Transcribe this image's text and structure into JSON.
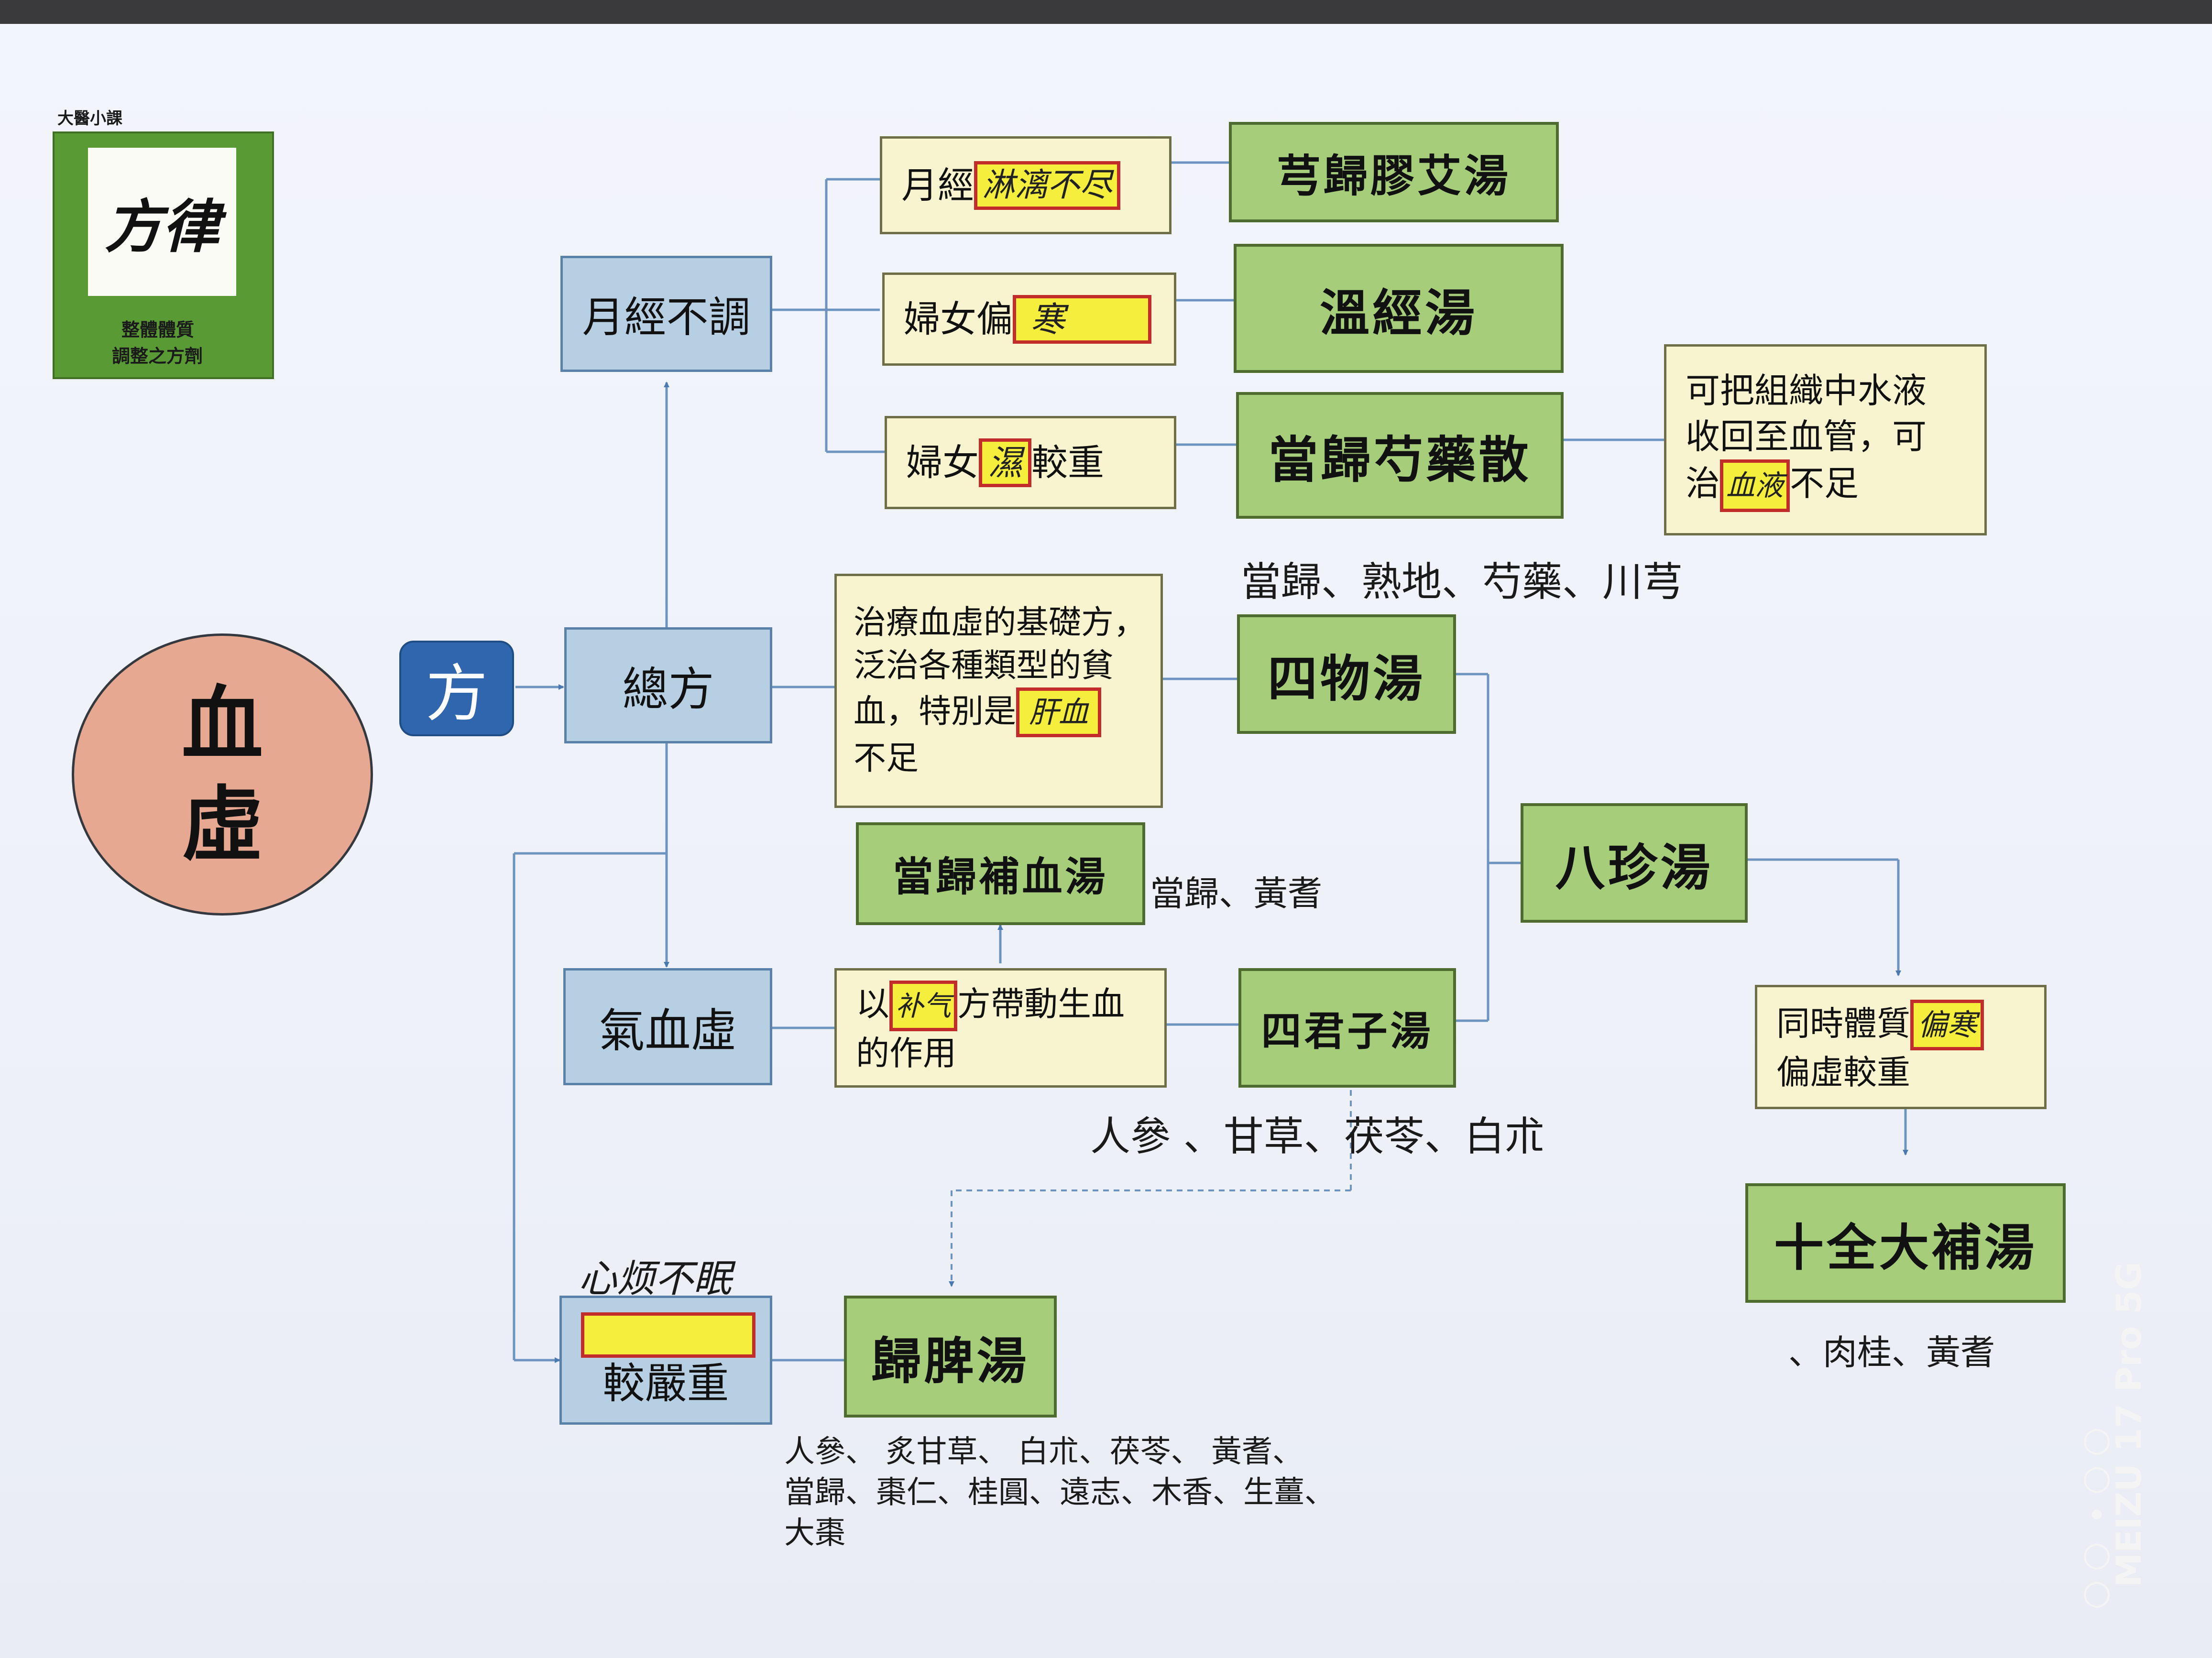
{
  "logo": {
    "top": "大醫小課",
    "brush": "方律",
    "caption1": "整體體質",
    "caption2": "調整之方劑"
  },
  "main_circle": {
    "line1": "血",
    "line2": "虛"
  },
  "fang_badge": "方",
  "nodes": {
    "zongfang": "總方",
    "yuejing": "月經不調",
    "qixuexu": "氣血虛",
    "jiaoyanzhong": "較嚴重"
  },
  "menstrual": [
    {
      "prefix": "月經",
      "handwriting": "淋漓不尽",
      "suffix": "",
      "formula": "芎歸膠艾湯"
    },
    {
      "prefix": "婦女偏",
      "handwriting": "寒",
      "suffix": "",
      "formula": "溫經湯"
    },
    {
      "prefix": "婦女",
      "handwriting": "濕",
      "suffix": "較重",
      "formula": "當歸芍藥散"
    }
  ],
  "danggui_note": {
    "line1": "可把組織中水液",
    "line2": "收回至血管，可",
    "prefix": "治",
    "handwriting": "血液",
    "suffix": "不足"
  },
  "siwu_note": {
    "line1": "治療血虛的基礎方，",
    "line2": "泛治各種類型的貧",
    "line3_prefix": "血，特別是",
    "handwriting": "肝血",
    "line4": "不足"
  },
  "formulas": {
    "siwu": "四物湯",
    "danggui_buxue": "當歸補血湯",
    "sijunzi": "四君子湯",
    "bazhen": "八珍湯",
    "shiquan": "十全大補湯",
    "guipi": "歸脾湯"
  },
  "qi_note": {
    "prefix": "以",
    "handwriting": "补气",
    "line1_suffix": "方帶動生血",
    "line2": "的作用"
  },
  "bazhen_note": {
    "line1_prefix": "同時體質",
    "handwriting": "偏寒",
    "line2": "偏虛較重"
  },
  "ingredients": {
    "siwu": "當歸、熟地、芍藥、川芎",
    "danggui_buxue": "當歸、黃耆",
    "sijunzi": "人參 、甘草、茯苓、白朮",
    "shiquan": "、肉桂、黃耆",
    "guipi_line1": "人參、 炙甘草、 白朮、茯苓、 黃耆、",
    "guipi_line2": "當歸、棗仁、桂圓、遠志、木香、生薑、",
    "guipi_line3": "大棗"
  },
  "handwritten_above_severe": "心烦不眠",
  "watermark": {
    "line1": "MEIZU 17 Pro 5G"
  }
}
